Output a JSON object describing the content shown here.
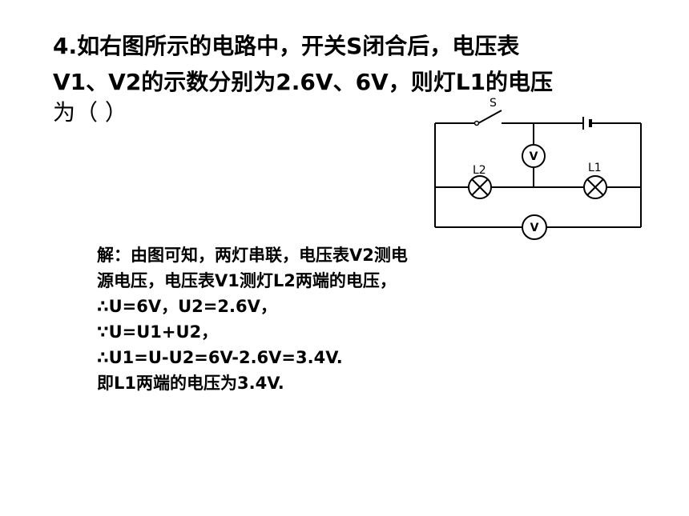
{
  "question": {
    "line1": "4.如右图所示的电路中，开关S闭合后，电压表",
    "line2": "V1、V2的示数分别为2.6V、6V，则灯L1的电压",
    "line3": "为（        ）"
  },
  "circuit": {
    "switch_label": "S",
    "lamp_left_label": "L2",
    "lamp_right_label": "L1",
    "meter_top_label": "V",
    "meter_bottom_label": "V"
  },
  "solution": [
    "解：由图可知，两灯串联，电压表V2测电",
    "源电压，电压表V1测灯L2两端的电压，",
    "∴U=6V，U2=2.6V，",
    "∵U=U1+U2，",
    "∴U1=U-U2=6V-2.6V=3.4V.",
    "即L1两端的电压为3.4V."
  ]
}
